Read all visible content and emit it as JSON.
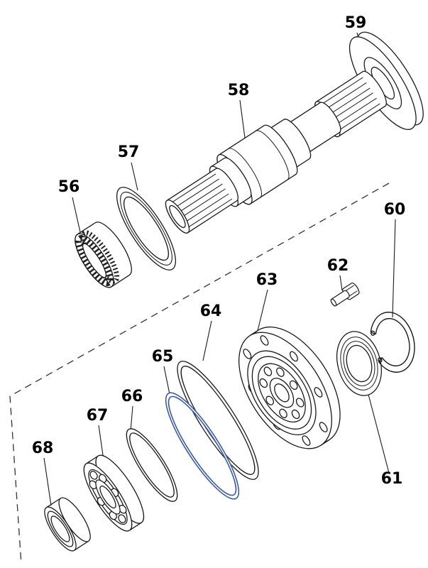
{
  "figure": {
    "type": "exploded-assembly-parts-diagram",
    "background": "#ffffff"
  },
  "colors": {
    "line": "#1a1a1a",
    "highlight_ring": "#3d5da8"
  },
  "parts": [
    {
      "label": "56"
    },
    {
      "label": "57"
    },
    {
      "label": "58"
    },
    {
      "label": "59"
    },
    {
      "label": "60"
    },
    {
      "label": "61"
    },
    {
      "label": "62"
    },
    {
      "label": "63"
    },
    {
      "label": "64"
    },
    {
      "label": "65"
    },
    {
      "label": "66"
    },
    {
      "label": "67"
    },
    {
      "label": "68"
    }
  ]
}
